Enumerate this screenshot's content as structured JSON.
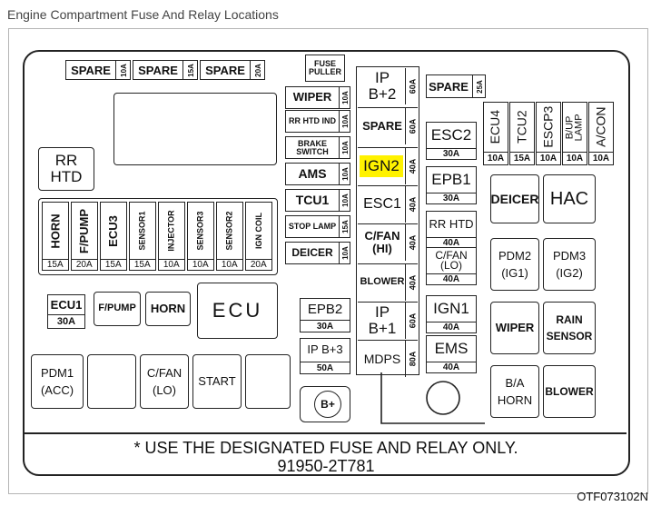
{
  "page_title": "Engine Compartment Fuse And Relay Locations",
  "spare_row": [
    {
      "name": "SPARE",
      "amp": "10A"
    },
    {
      "name": "SPARE",
      "amp": "15A"
    },
    {
      "name": "SPARE",
      "amp": "20A"
    }
  ],
  "rr_htd_block": {
    "line1": "RR",
    "line2": "HTD"
  },
  "bottom_left_fuses": [
    {
      "name": "HORN",
      "amp": "15A"
    },
    {
      "name": "F/PUMP",
      "amp": "20A"
    },
    {
      "name": "ECU3",
      "amp": "15A"
    },
    {
      "name": "SENSOR1",
      "amp": "15A"
    },
    {
      "name": "INJECTOR",
      "amp": "10A"
    },
    {
      "name": "SENSOR3",
      "amp": "10A"
    },
    {
      "name": "SENSOR2",
      "amp": "10A"
    },
    {
      "name": "IGN COIL",
      "amp": "20A"
    }
  ],
  "ecu1": {
    "name": "ECU1",
    "amp": "30A"
  },
  "relays_mid": {
    "fpump": "F/PUMP",
    "horn": "HORN",
    "ecu": "ECU"
  },
  "relays_bottom": {
    "pdm1_a": "PDM1",
    "pdm1_b": "(ACC)",
    "cfan_a": "C/FAN",
    "cfan_b": "(LO)",
    "start": "START"
  },
  "col3": {
    "fuse_puller_a": "FUSE",
    "fuse_puller_b": "PULLER",
    "items": [
      {
        "name": "WIPER",
        "amp": "10A"
      },
      {
        "name": "RR HTD IND",
        "amp": "10A"
      },
      {
        "name": "BRAKE SWITCH",
        "amp": "10A"
      },
      {
        "name": "AMS",
        "amp": "10A"
      },
      {
        "name": "TCU1",
        "amp": "10A"
      },
      {
        "name": "STOP LAMP",
        "amp": "15A"
      },
      {
        "name": "DEICER",
        "amp": "10A"
      }
    ],
    "epb2": {
      "name": "EPB2",
      "amp": "30A"
    },
    "ipb3": {
      "name": "IP B+3",
      "amp": "50A"
    },
    "bplus": "B+"
  },
  "col4": [
    {
      "name": "IP B+2",
      "amp": "60A"
    },
    {
      "name": "SPARE",
      "amp": "60A"
    },
    {
      "name": "IGN2",
      "amp": "40A"
    },
    {
      "name": "ESC1",
      "amp": "40A"
    },
    {
      "name": "C/FAN (HI)",
      "amp": "40A"
    },
    {
      "name": "BLOWER",
      "amp": "40A"
    },
    {
      "name": "IP B+1",
      "amp": "60A"
    },
    {
      "name": "MDPS",
      "amp": "80A"
    }
  ],
  "col5": {
    "spare": {
      "name": "SPARE",
      "amp": "25A"
    },
    "items": [
      {
        "name": "ESC2",
        "amp": "30A"
      },
      {
        "name": "EPB1",
        "amp": "30A"
      },
      {
        "name": "RR HTD",
        "amp": "40A"
      },
      {
        "name": "C/FAN (LO)",
        "amp": "40A"
      },
      {
        "name": "IGN1",
        "amp": "40A"
      },
      {
        "name": "EMS",
        "amp": "40A"
      }
    ]
  },
  "top_right_fuses": [
    {
      "name": "ECU4",
      "amp": "10A"
    },
    {
      "name": "TCU2",
      "amp": "15A"
    },
    {
      "name": "ESCP3",
      "amp": "10A"
    },
    {
      "name": "B/UP LAMP",
      "amp": "10A"
    },
    {
      "name": "A/CON",
      "amp": "10A"
    }
  ],
  "relays_right": {
    "deicer": "DEICER",
    "hac": "HAC",
    "pdm2_a": "PDM2",
    "pdm2_b": "(IG1)",
    "pdm3_a": "PDM3",
    "pdm3_b": "(IG2)",
    "wiper": "WIPER",
    "rain_a": "RAIN",
    "rain_b": "SENSOR",
    "bahorn_a": "B/A",
    "bahorn_b": "HORN",
    "blower": "BLOWER"
  },
  "note_line1": "* USE THE DESIGNATED FUSE AND RELAY ONLY.",
  "note_line2": "91950-2T781",
  "figure_id": "OTF073102N",
  "colors": {
    "highlight": "#fff200",
    "outline": "#222222"
  }
}
